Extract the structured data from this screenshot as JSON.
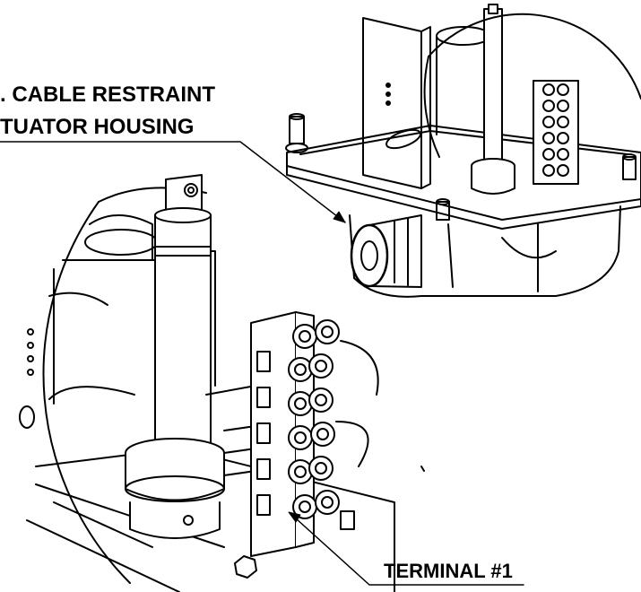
{
  "callouts": {
    "cable_restraint_line1": ". CABLE RESTRAINT",
    "cable_restraint_line2": "TUATOR HOUSING",
    "terminal": "TERMINAL #1"
  },
  "colors": {
    "ink": "#000000",
    "paper": "#ffffff"
  }
}
